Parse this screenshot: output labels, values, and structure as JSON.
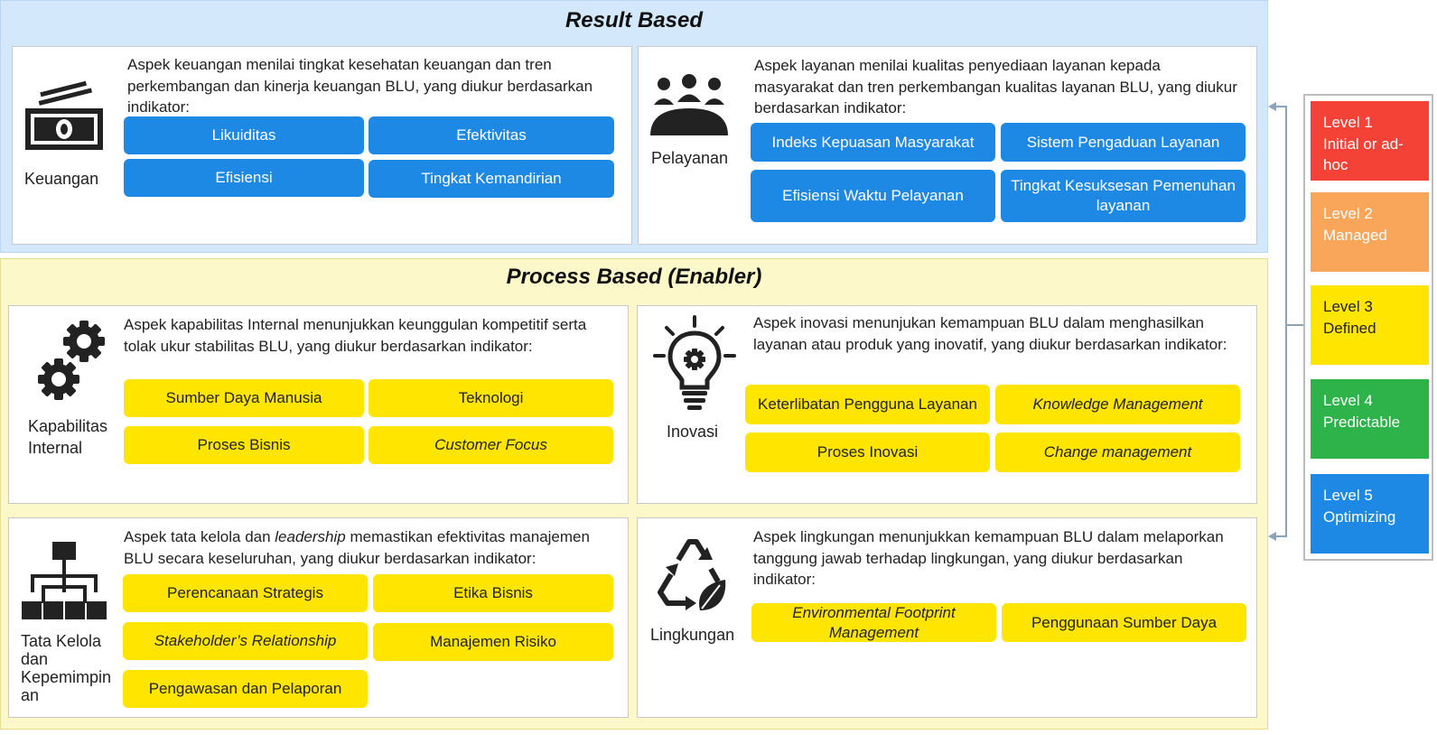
{
  "result_section": {
    "title": "Result Based",
    "keuangan": {
      "icon": "money-icon",
      "label": "Keuangan",
      "description": "Aspek keuangan menilai tingkat kesehatan keuangan dan tren perkembangan dan kinerja keuangan BLU, yang diukur berdasarkan indikator:",
      "indicators": [
        "Likuiditas",
        "Efektivitas",
        "Efisiensi",
        "Tingkat Kemandirian"
      ]
    },
    "pelayanan": {
      "icon": "people-meeting-icon",
      "label": "Pelayanan",
      "description": "Aspek layanan menilai kualitas penyediaan layanan kepada masyarakat dan tren perkembangan kualitas layanan BLU, yang diukur berdasarkan indikator:",
      "indicators": [
        "Indeks Kepuasan Masyarakat",
        "Sistem Pengaduan Layanan",
        "Efisiensi Waktu Pelayanan",
        "Tingkat Kesuksesan Pemenuhan layanan"
      ]
    }
  },
  "process_section": {
    "title": "Process Based (Enabler)",
    "kapabilitas": {
      "icon": "gears-icon",
      "label_line1": "Kapabilitas",
      "label_line2": "Internal",
      "description": "Aspek kapabilitas Internal menunjukkan keunggulan kompetitif serta tolak ukur stabilitas BLU, yang diukur berdasarkan indikator:",
      "indicators": [
        "Sumber Daya Manusia",
        "Teknologi",
        "Proses Bisnis",
        "Customer Focus"
      ]
    },
    "inovasi": {
      "icon": "lightbulb-gear-icon",
      "label": "Inovasi",
      "description": "Aspek inovasi menunjukan kemampuan BLU dalam menghasilkan layanan atau produk yang inovatif, yang diukur berdasarkan indikator:",
      "indicators": [
        "Keterlibatan Pengguna Layanan",
        "Knowledge Management",
        "Proses Inovasi",
        "Change management"
      ]
    },
    "tata_kelola": {
      "icon": "org-chart-icon",
      "label_line1": "Tata Kelola",
      "label_line2": "dan",
      "label_line3": "Kepemimpin",
      "label_line4": "an",
      "description_part1": "Aspek tata kelola dan ",
      "description_italic": "leadership",
      "description_part2": " memastikan efektivitas manajemen BLU secara keseluruhan, yang diukur berdasarkan indikator:",
      "indicators": [
        "Perencanaan Strategis",
        "Etika Bisnis",
        "Stakeholder’s Relationship",
        "Manajemen Risiko",
        "Pengawasan dan Pelaporan"
      ]
    },
    "lingkungan": {
      "icon": "recycle-leaf-icon",
      "label": "Lingkungan",
      "description": "Aspek lingkungan menunjukkan kemampuan BLU dalam melaporkan tanggung jawab terhadap lingkungan, yang diukur berdasarkan indikator:",
      "indicators": [
        "Environmental Footprint Management",
        "Penggunaan Sumber Daya"
      ]
    }
  },
  "maturity_levels": [
    {
      "line1": "Level 1",
      "line2": "Initial or ad-",
      "line3": "hoc",
      "color": "#f44336"
    },
    {
      "line1": "Level 2",
      "line2": "Managed",
      "color": "#f9a55a"
    },
    {
      "line1": "Level 3",
      "line2": "Defined",
      "color": "#ffe500"
    },
    {
      "line1": "Level 4",
      "line2": "Predictable",
      "color": "#2db34a"
    },
    {
      "line1": "Level 5",
      "line2": "Optimizing",
      "color": "#1e88e5"
    }
  ],
  "colors": {
    "result_bg": "#d3e8fb",
    "process_bg": "#fdf8c9",
    "blue_chip": "#1e88e5",
    "yellow_chip": "#ffe500"
  }
}
